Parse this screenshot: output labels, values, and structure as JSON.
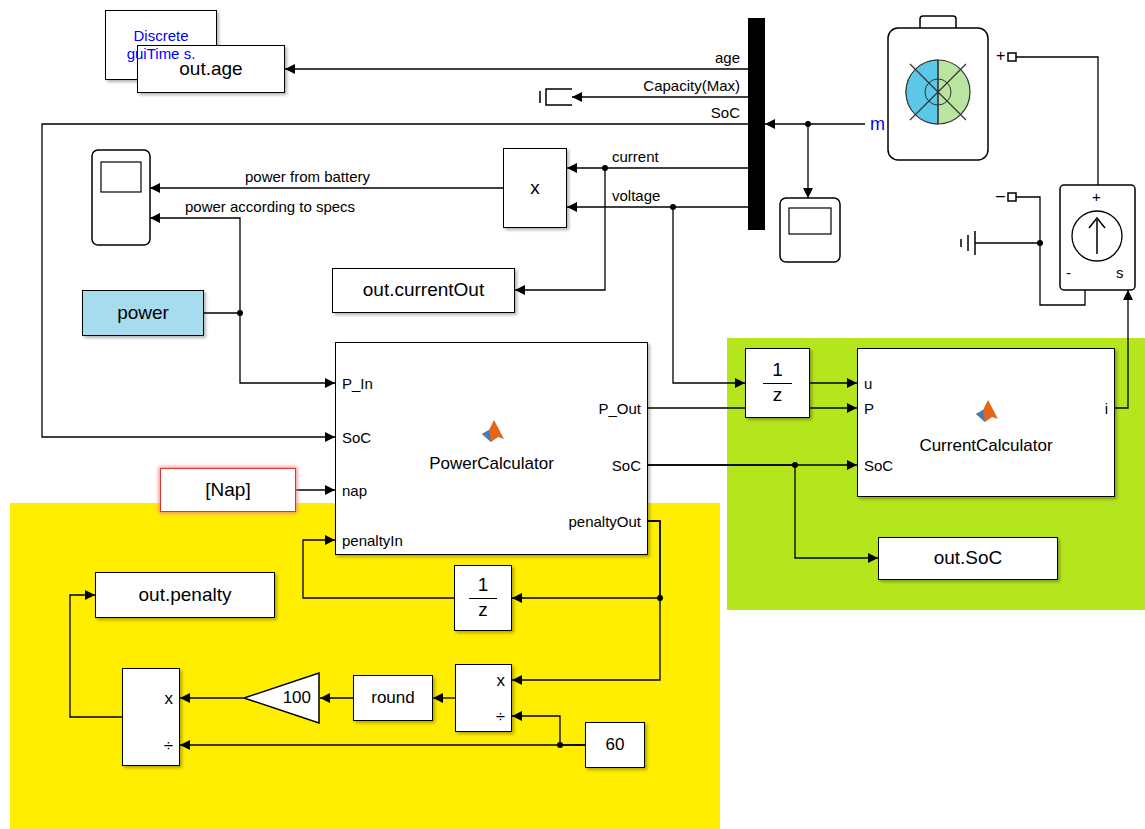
{
  "diagram": {
    "nodes": [
      {
        "text": [
          "Discrete guiTime s."
        ]
      },
      {
        "text": [
          "out.age"
        ]
      },
      {
        "text": [
          "out.currentOut"
        ]
      },
      {
        "text": [
          "power"
        ]
      },
      {
        "text": [
          "P_In",
          "SoC",
          "nap",
          "penaltyIn",
          "PowerCalculator",
          "P_Out",
          "SoC",
          "penaltyOut"
        ]
      },
      {
        "text": [
          "[Nap]"
        ]
      },
      {
        "text": [
          "1",
          "z"
        ]
      },
      {
        "text": [
          "out.penalty"
        ]
      },
      {
        "text": [
          "x",
          "÷"
        ]
      },
      {
        "text": [
          "100"
        ]
      },
      {
        "text": [
          "round"
        ]
      },
      {
        "text": [
          "x",
          "÷"
        ]
      },
      {
        "text": [
          "60"
        ]
      },
      {
        "text": [
          "1",
          "z"
        ]
      },
      {
        "text": [
          "u",
          "P",
          "SoC",
          "CurrentCalculator",
          "i"
        ]
      },
      {
        "text": [
          "out.SoC"
        ]
      },
      {
        "text": [
          "x"
        ]
      }
    ],
    "edges": [
      {
        "from": 3,
        "to": 4,
        "arrow": "to"
      },
      {
        "from": 5,
        "to": 4,
        "arrow": "to"
      },
      {
        "from": 4,
        "to": 6,
        "arrow": "to"
      },
      {
        "from": 6,
        "to": 4,
        "arrow": "to"
      },
      {
        "from": 4,
        "to": 11,
        "arrow": "to"
      },
      {
        "from": 12,
        "to": 11,
        "arrow": "to"
      },
      {
        "from": 12,
        "to": 8,
        "arrow": "to"
      },
      {
        "from": 11,
        "to": 10,
        "arrow": "to"
      },
      {
        "from": 10,
        "to": 9,
        "arrow": "to"
      },
      {
        "from": 9,
        "to": 8,
        "arrow": "to"
      },
      {
        "from": 8,
        "to": 7,
        "arrow": "to"
      },
      {
        "from": 4,
        "to": 14,
        "arrow": "to"
      },
      {
        "from": 4,
        "to": 14,
        "arrow": "to"
      },
      {
        "from": 4,
        "to": 15,
        "arrow": "to"
      },
      {
        "from": 13,
        "to": 14,
        "arrow": "to"
      }
    ],
    "labels": [
      "age",
      "Capacity(Max)",
      "SoC",
      "current",
      "voltage",
      "power from battery",
      "power according to specs",
      "m",
      "+",
      "–",
      "+",
      "-",
      "s"
    ]
  }
}
